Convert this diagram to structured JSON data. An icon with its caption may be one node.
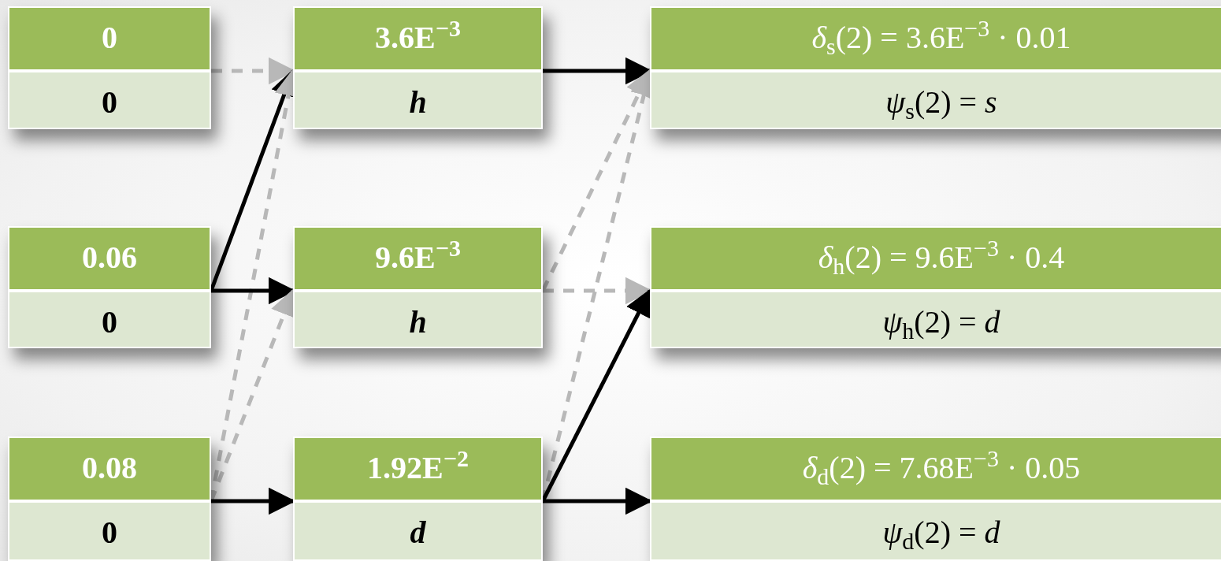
{
  "diagram": {
    "nodes": [
      {
        "text": [
          "0",
          "0"
        ]
      },
      {
        "text": [
          "0.06",
          "0"
        ]
      },
      {
        "text": [
          "0.08",
          "0"
        ]
      },
      {
        "text": [
          "3.6E$^{−3}$",
          "*h*"
        ]
      },
      {
        "text": [
          "9.6E$^{−3}$",
          "*h*"
        ]
      },
      {
        "text": [
          "1.92E$^{−2}$",
          "*d*"
        ]
      },
      {
        "text": [
          "*δ*$_{s}$(2) = 3.6E$^{−3}$ · 0.01",
          "*ψ*$_{s}$(2) = *s*"
        ]
      },
      {
        "text": [
          "*δ*$_{h}$(2) = 9.6E$^{−3}$ · 0.4",
          "*ψ*$_{h}$(2) = *d*"
        ]
      },
      {
        "text": [
          "*δ*$_{d}$(2) = 7.68E$^{−3}$ · 0.05",
          "*ψ*$_{d}$(2) = *d*"
        ]
      }
    ],
    "edges": [
      {
        "from": 0,
        "to": 3,
        "arrow": "to",
        "style": "dashed",
        "color": "#b8b8b8"
      },
      {
        "from": 1,
        "to": 3,
        "arrow": "to",
        "color": "#000000"
      },
      {
        "from": 2,
        "to": 3,
        "arrow": "to",
        "style": "dashed",
        "color": "#b8b8b8"
      },
      {
        "from": 1,
        "to": 4,
        "arrow": "to",
        "color": "#000000"
      },
      {
        "from": 2,
        "to": 4,
        "arrow": "to",
        "style": "dashed",
        "color": "#b8b8b8"
      },
      {
        "from": 2,
        "to": 5,
        "arrow": "to",
        "color": "#000000"
      },
      {
        "from": 3,
        "to": 6,
        "arrow": "to",
        "color": "#000000"
      },
      {
        "from": 4,
        "to": 6,
        "arrow": "to",
        "style": "dashed",
        "color": "#b8b8b8"
      },
      {
        "from": 5,
        "to": 6,
        "arrow": "to",
        "style": "dashed",
        "color": "#b8b8b8"
      },
      {
        "from": 4,
        "to": 7,
        "arrow": "to",
        "style": "dashed",
        "color": "#b8b8b8"
      },
      {
        "from": 5,
        "to": 7,
        "arrow": "to",
        "color": "#000000"
      },
      {
        "from": 5,
        "to": 8,
        "arrow": "to",
        "color": "#000000"
      }
    ]
  }
}
